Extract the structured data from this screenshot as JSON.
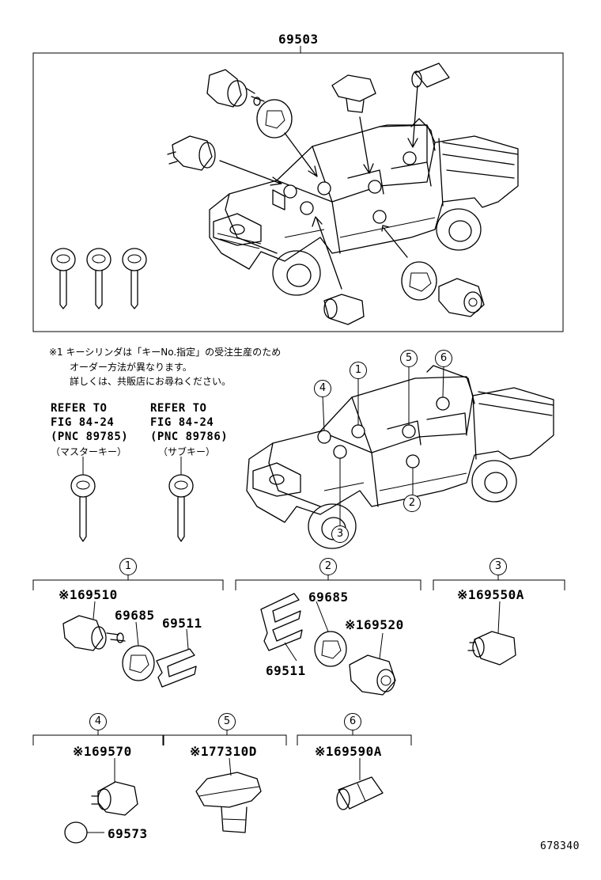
{
  "assembly": {
    "part_number": "69503"
  },
  "note": {
    "mark": "※1",
    "line1": "※1 キーシリンダは「キーNo.指定」の受注生産のため",
    "line2": "オーダー方法が異なります。",
    "line3": "詳しくは、共販店にお尋ねください。"
  },
  "refs": [
    {
      "line1": "REFER TO",
      "line2": "FIG 84-24",
      "line3": "(PNC 89785)",
      "line4": "（マスターキー）"
    },
    {
      "line1": "REFER TO",
      "line2": "FIG 84-24",
      "line3": "(PNC 89786)",
      "line4": "（サブキー）"
    }
  ],
  "callouts": [
    "1",
    "2",
    "3",
    "4",
    "5",
    "6"
  ],
  "groups": [
    {
      "id": "1",
      "parts": [
        "※169510",
        "69685",
        "69511"
      ]
    },
    {
      "id": "2",
      "parts": [
        "69685",
        "※169520",
        "69511"
      ]
    },
    {
      "id": "3",
      "parts": [
        "※169550A"
      ]
    },
    {
      "id": "4",
      "parts": [
        "※169570",
        "69573"
      ]
    },
    {
      "id": "5",
      "parts": [
        "※177310D"
      ]
    },
    {
      "id": "6",
      "parts": [
        "※169590A"
      ]
    }
  ],
  "figure_id": "678340"
}
